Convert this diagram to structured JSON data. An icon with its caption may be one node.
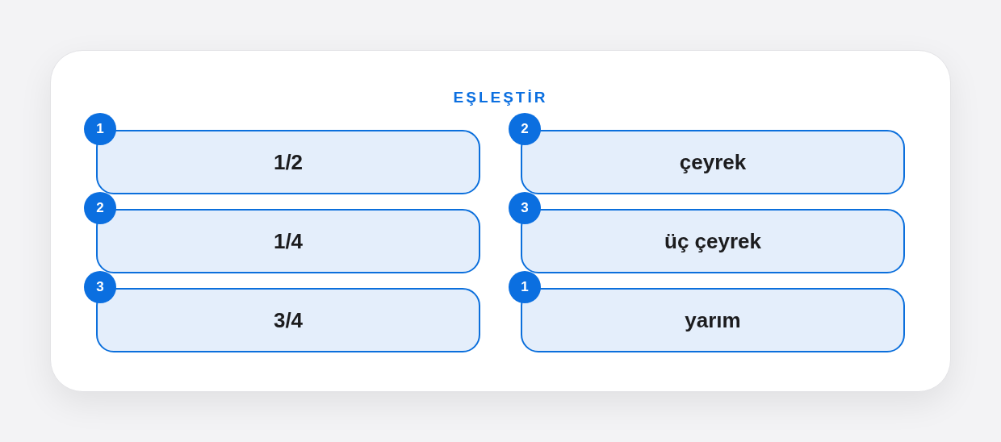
{
  "diagram": {
    "title": "EŞLEŞTİR",
    "nodes": [
      {
        "text": [
          "1/2"
        ],
        "beside": [
          "1"
        ]
      },
      {
        "text": [
          "çeyrek"
        ],
        "beside": [
          "2"
        ]
      },
      {
        "text": [
          "1/4"
        ],
        "beside": [
          "2"
        ]
      },
      {
        "text": [
          "üç çeyrek"
        ],
        "beside": [
          "3"
        ]
      },
      {
        "text": [
          "3/4"
        ],
        "beside": [
          "3"
        ]
      },
      {
        "text": [
          "yarım"
        ],
        "beside": [
          "1"
        ]
      }
    ]
  }
}
